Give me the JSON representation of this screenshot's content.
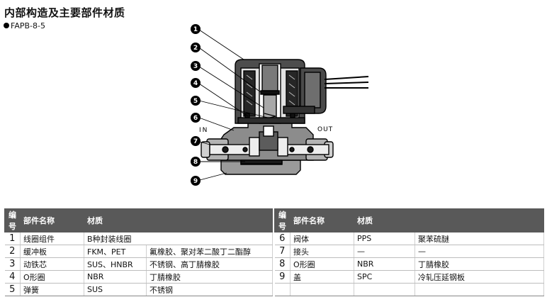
{
  "title": "内部构造及主要部件材质",
  "model": "FAPB-8-5",
  "diagram": {
    "callouts": [
      "1",
      "2",
      "3",
      "4",
      "5",
      "6",
      "7",
      "8",
      "9"
    ],
    "in_label": "IN",
    "out_label": "OUT"
  },
  "table": {
    "headers": {
      "no": "编号",
      "part": "部件名称",
      "material": "材质"
    },
    "left_rows": [
      {
        "no": "1",
        "part": "线圈组件",
        "material": "B种封装线圈",
        "note": ""
      },
      {
        "no": "2",
        "part": "缓冲板",
        "material": "FKM、PET",
        "note": "氟橡胶、聚对苯二酸丁二酯醇"
      },
      {
        "no": "3",
        "part": "动铁芯",
        "material": "SUS、HNBR",
        "note": "不锈钢、高丁腈橡胶"
      },
      {
        "no": "4",
        "part": "O形圈",
        "material": "NBR",
        "note": "丁腈橡胶"
      },
      {
        "no": "5",
        "part": "弹簧",
        "material": "SUS",
        "note": "不锈钢"
      }
    ],
    "right_rows": [
      {
        "no": "6",
        "part": "阀体",
        "material": "PPS",
        "note": "聚苯硫醚"
      },
      {
        "no": "7",
        "part": "接头",
        "material": "—",
        "note": "—"
      },
      {
        "no": "8",
        "part": "O形圈",
        "material": "NBR",
        "note": "丁腈橡胶"
      },
      {
        "no": "9",
        "part": "盖",
        "material": "SPC",
        "note": "冷轧压延钢板"
      },
      {
        "no": "",
        "part": "",
        "material": "",
        "note": ""
      }
    ]
  }
}
